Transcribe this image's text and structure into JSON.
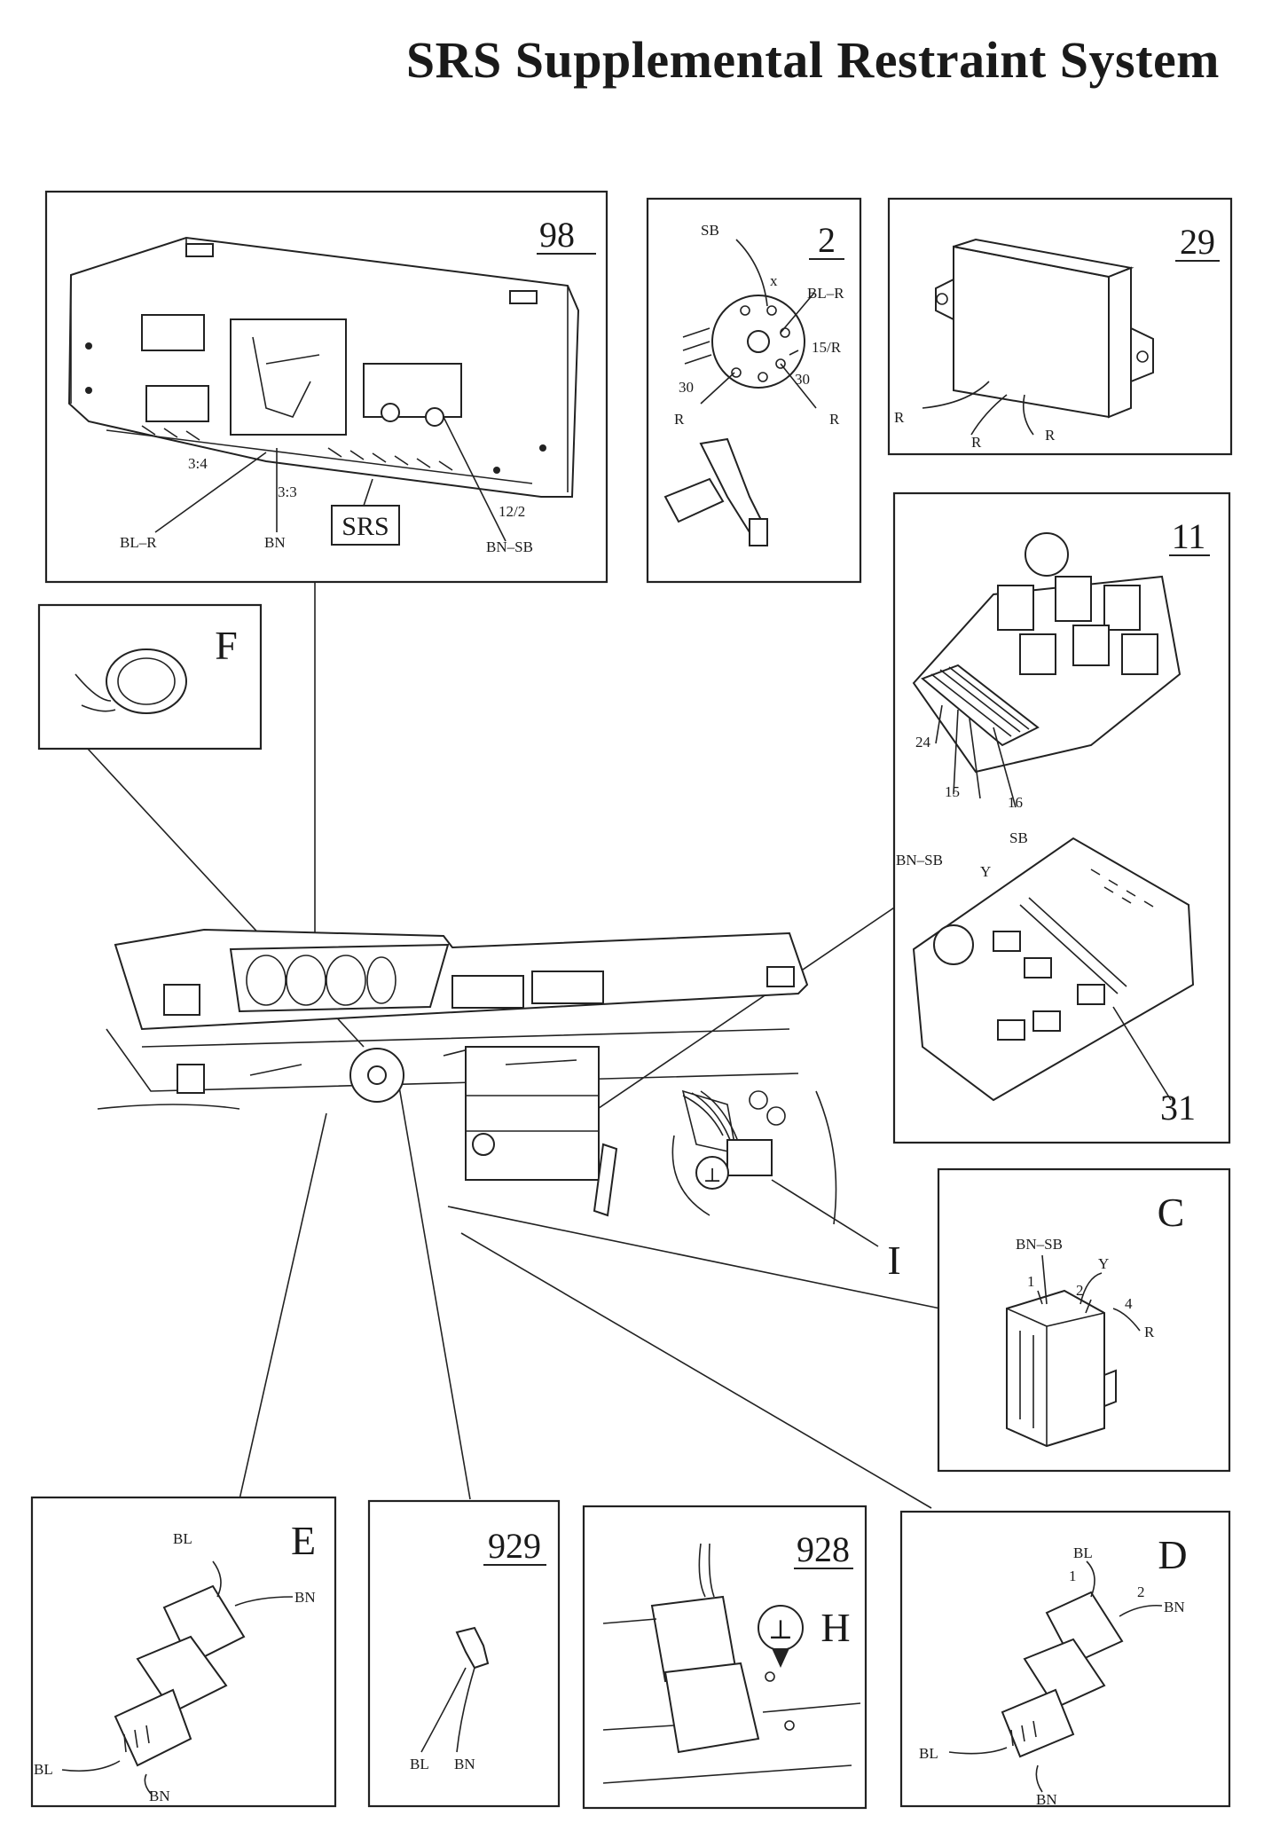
{
  "title": "SRS Supplemental Restraint System",
  "panels": {
    "p98": {
      "number": "98",
      "labels": {
        "bl_r": "BL–R",
        "bn": "BN",
        "pin_3_4": "3:4",
        "pin_3_3": "3:3",
        "srs": "SRS",
        "pin_12_2": "12/2",
        "bn_sb": "BN–SB"
      }
    },
    "p2": {
      "number": "2",
      "labels": {
        "sb": "SB",
        "x": "x",
        "bl_r": "BL–R",
        "pin_15_r": "15/R",
        "pin_30_left": "30",
        "pin_30_right": "30",
        "r_left": "R",
        "r_right": "R"
      }
    },
    "p29": {
      "number": "29",
      "labels": {
        "r1": "R",
        "r2": "R",
        "r3": "R"
      }
    },
    "p11": {
      "number": "11",
      "labels": {
        "pin24": "24",
        "pin15": "15",
        "pin16": "16",
        "sb": "SB",
        "bn_sb": "BN–SB",
        "y": "Y",
        "pin31": "31"
      }
    },
    "pF": {
      "letter": "F"
    },
    "pC": {
      "letter": "C",
      "labels": {
        "bn_sb": "BN–SB",
        "pin1": "1",
        "y": "Y",
        "pin2": "2",
        "pin4": "4",
        "r": "R"
      }
    },
    "pI": {
      "letter": "I"
    },
    "pE": {
      "letter": "E",
      "labels": {
        "bl_top": "BL",
        "bn_top": "BN",
        "bl_bottom": "BL",
        "bn_bottom": "BN"
      }
    },
    "p929": {
      "number": "929",
      "labels": {
        "bl": "BL",
        "bn": "BN"
      }
    },
    "p928": {
      "number": "928",
      "labels": {
        "h": "H"
      }
    },
    "pD": {
      "letter": "D",
      "labels": {
        "bl_top": "BL",
        "pin1": "1",
        "pin2": "2",
        "bn_top": "BN",
        "bl_bottom": "BL",
        "bn_bottom": "BN"
      }
    }
  }
}
